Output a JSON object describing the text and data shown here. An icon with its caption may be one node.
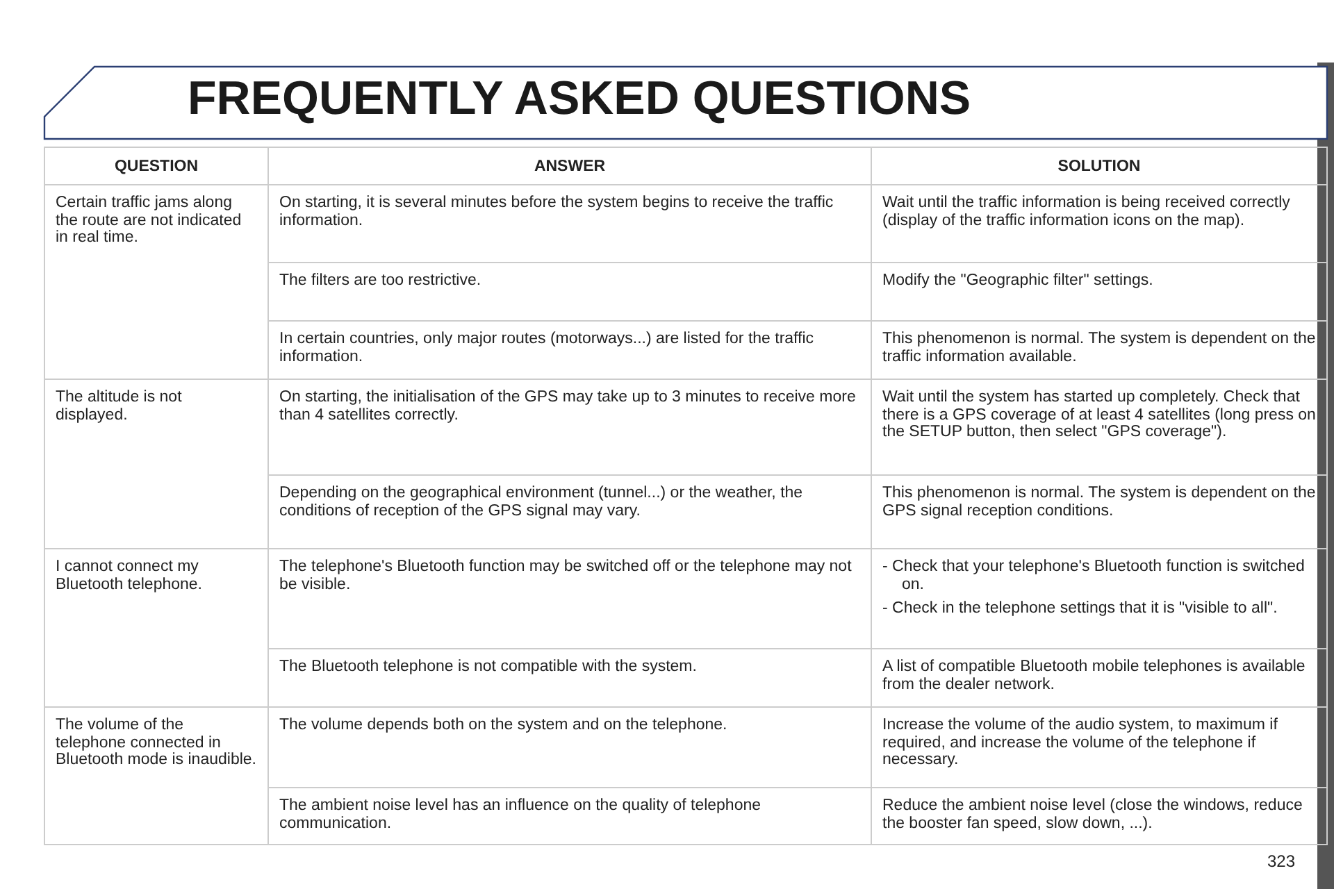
{
  "diagram": {
    "title": "FREQUENTLY ASKED QUESTIONS",
    "labels": [
      "QUESTION",
      "ANSWER",
      "SOLUTION",
      "Certain traffic jams along the route are not indicated in real time.",
      "On starting, it is several minutes before the system begins to receive the traffic information.",
      "Wait until the traffic information is being received correctly (display of the traffic information icons on the map).",
      "The filters are too restrictive.",
      "Modify the \"Geographic filter\" settings.",
      "In certain countries, only major routes (motorways...) are listed for the traffic information.",
      "This phenomenon is normal. The system is dependent on the traffic information available.",
      "The altitude is not displayed.",
      "On starting, the initialisation of the GPS may take up to 3 minutes to receive more than 4 satellites correctly.",
      "Wait until the system has started up completely. Check that there is a GPS coverage of at least 4 satellites (long press on the SETUP button, then select \"GPS coverage\").",
      "Depending on the geographical environment (tunnel...) or the weather, the conditions of reception of the GPS signal may vary.",
      "This phenomenon is normal. The system is dependent on the GPS signal reception conditions.",
      "I cannot connect my Bluetooth telephone.",
      "The telephone's Bluetooth function may be switched off or the telephone may not be visible.",
      "- Check that your telephone's Bluetooth function is switched on.",
      "- Check in the telephone settings that it is \"visible to all\".",
      "The Bluetooth telephone is not compatible with the system.",
      "A list of compatible Bluetooth mobile telephones is available from the dealer network.",
      "The volume of the telephone connected in Bluetooth mode is inaudible.",
      "The volume depends both on the system and on the telephone.",
      "Increase the volume of the audio system, to maximum if required, and increase the volume of the telephone if necessary.",
      "The ambient noise level has an influence on the quality of telephone communication.",
      "Reduce the ambient noise level (close the windows, reduce the booster fan speed, slow down, ...).",
      "323"
    ]
  }
}
